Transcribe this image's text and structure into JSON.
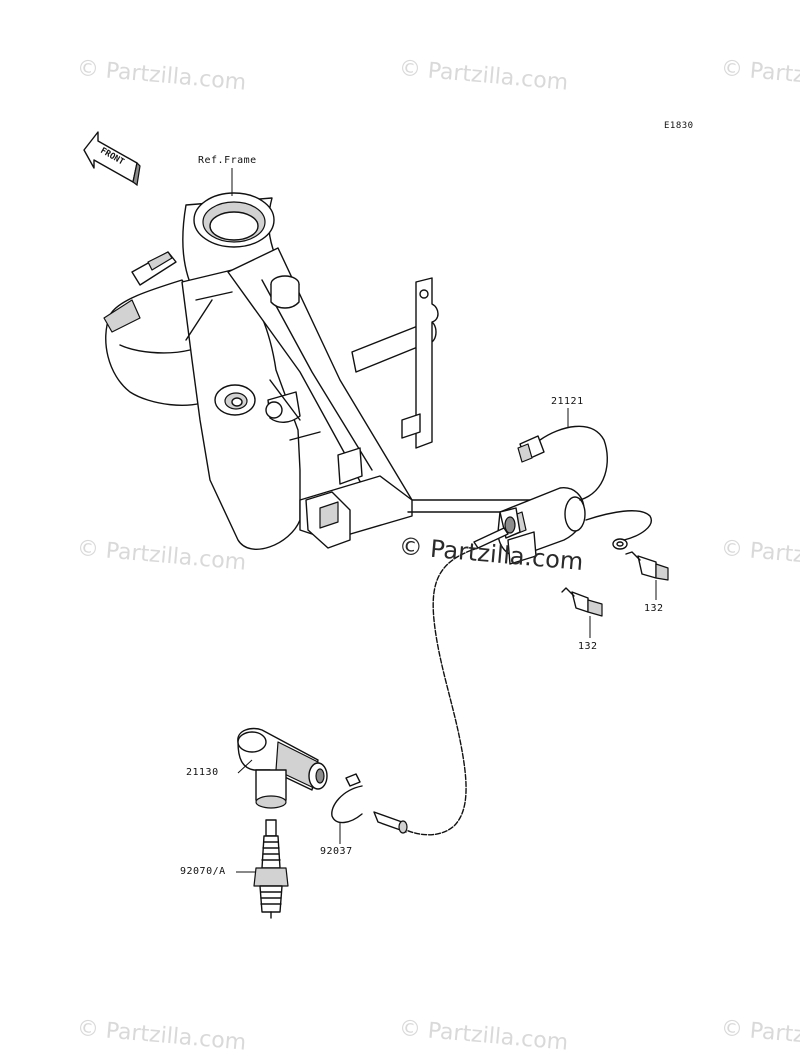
{
  "watermark_text": "© Partzilla.com",
  "figure_code": "E1830",
  "front_arrow": {
    "text": "FRONT",
    "icon": "front-direction-arrow-icon"
  },
  "labels": {
    "ref_frame": "Ref.Frame",
    "coil": "21121",
    "bolt_right": "132",
    "bolt_lower": "132",
    "plug_cap": "21130",
    "clamp": "92037",
    "spark_plug": "92070/A"
  }
}
